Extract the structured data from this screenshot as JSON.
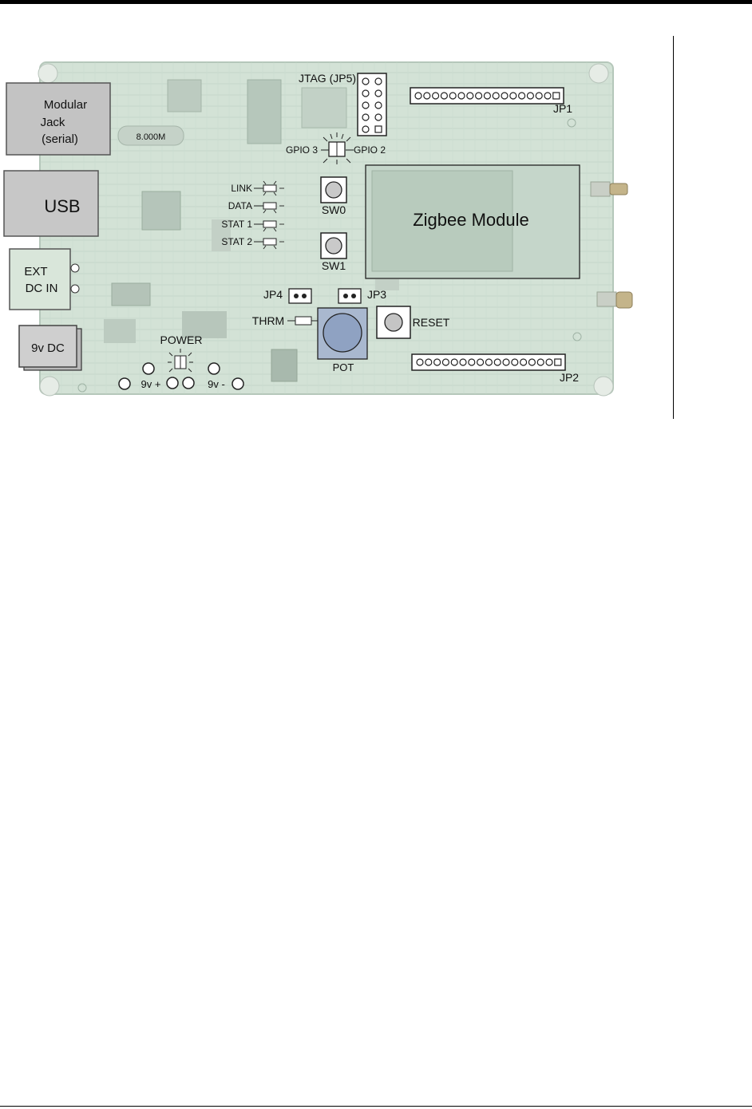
{
  "diagram": {
    "labels": {
      "modular_jack": [
        "Modular",
        "Jack",
        "(serial)"
      ],
      "usb": "USB",
      "ext_dc_in": [
        "EXT",
        "DC IN"
      ],
      "dc_9v": "9v DC",
      "power": "POWER",
      "v9_plus": "9v +",
      "v9_minus": "9v -",
      "jtag": "JTAG (JP5)",
      "jp1": "JP1",
      "jp2": "JP2",
      "jp3": "JP3",
      "jp4": "JP4",
      "gpio3": "GPIO 3",
      "gpio2": "GPIO 2",
      "link": "LINK",
      "data": "DATA",
      "stat1": "STAT 1",
      "stat2": "STAT 2",
      "sw0": "SW0",
      "sw1": "SW1",
      "zigbee": "Zigbee Module",
      "thrm": "THRM",
      "pot": "POT",
      "reset": "RESET",
      "crystal_marking": "8.000M"
    }
  }
}
